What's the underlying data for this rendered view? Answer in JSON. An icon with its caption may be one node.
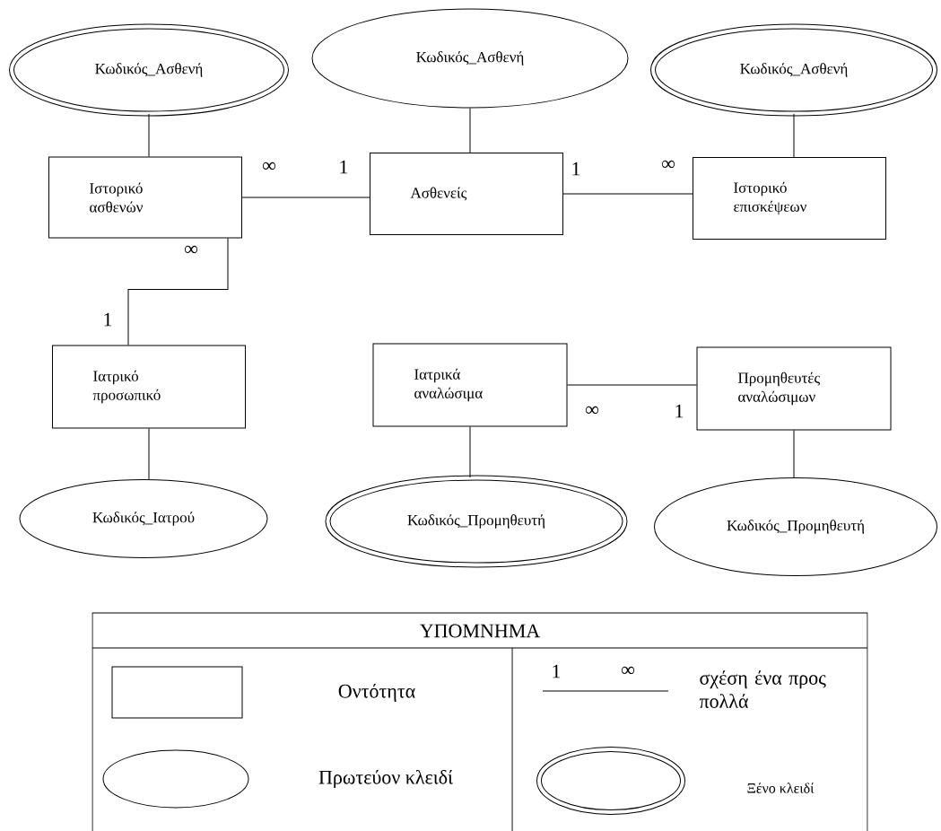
{
  "diagram": {
    "nodes": [
      {
        "text": [
          "Κωδικός_Ασθενή"
        ]
      },
      {
        "text": [
          "Κωδικός_Ασθενή"
        ]
      },
      {
        "text": [
          "Κωδικός_Ασθενή"
        ]
      },
      {
        "text": [
          "Ιστορικό ασθενών"
        ]
      },
      {
        "text": [
          "Ασθενείς"
        ]
      },
      {
        "text": [
          "Ιστορικό επισκέψεων"
        ]
      },
      {
        "text": [
          "Ιατρικό προσωπικό"
        ]
      },
      {
        "text": [
          "Ιατρικά αναλώσιμα"
        ]
      },
      {
        "text": [
          "Προμηθευτές αναλώσιμων"
        ]
      },
      {
        "text": [
          "Κωδικός_Ιατρού"
        ]
      },
      {
        "text": [
          "Κωδικός_Προμηθευτή"
        ]
      },
      {
        "text": [
          "Κωδικός_Προμηθευτή"
        ]
      }
    ],
    "edges": [
      {
        "from": 0,
        "to": 3,
        "arrow": "none"
      },
      {
        "from": 1,
        "to": 4,
        "arrow": "none"
      },
      {
        "from": 2,
        "to": 5,
        "arrow": "none"
      },
      {
        "from": 3,
        "to": 4,
        "arrow": "none"
      },
      {
        "from": 4,
        "to": 5,
        "arrow": "none"
      },
      {
        "from": 3,
        "to": 6,
        "arrow": "none"
      },
      {
        "from": 7,
        "to": 8,
        "arrow": "none"
      },
      {
        "from": 6,
        "to": 9,
        "arrow": "none"
      },
      {
        "from": 7,
        "to": 10,
        "arrow": "none"
      },
      {
        "from": 8,
        "to": 11,
        "arrow": "none"
      }
    ],
    "labels": [
      "∞",
      "1",
      "1",
      "∞",
      "∞",
      "1",
      "∞",
      "1",
      "ΥΠΟΜΝΗΜΑ",
      "1",
      "∞"
    ],
    "legend": [
      {
        "text": "Οντότητα"
      },
      {
        "text": "σχέση ένα προς πολλά"
      },
      {
        "text": "Πρωτεύον κλειδί"
      },
      {
        "text": "Ξένο κλειδί"
      }
    ]
  }
}
